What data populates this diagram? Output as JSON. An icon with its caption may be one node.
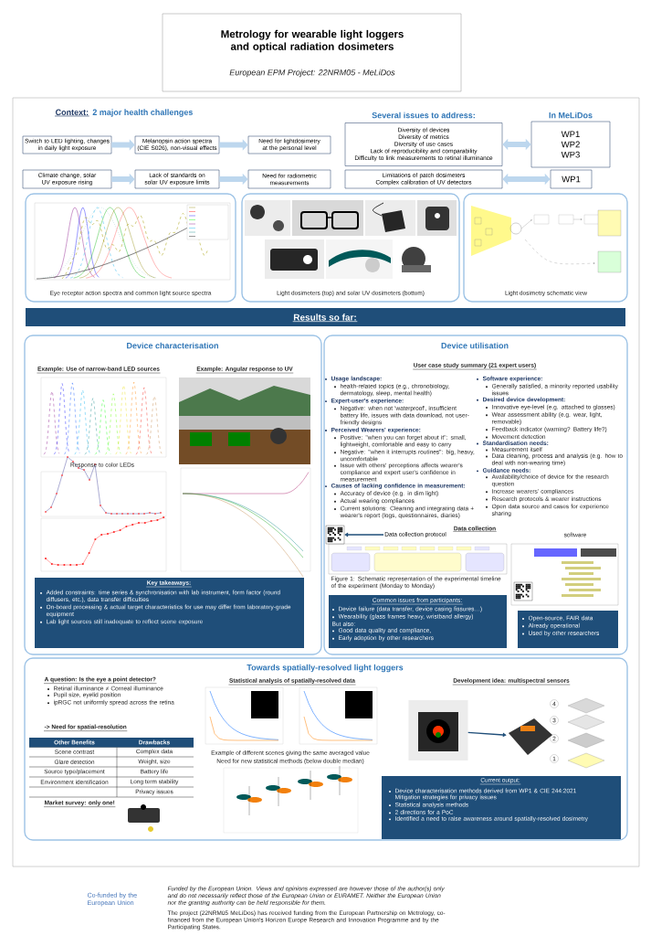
{
  "diagram": {
    "title": "Metrology for wearable light loggers and optical radiation dosimeters",
    "nodes": [
      {
        "text": [
          "Switch to LED lighting, changes in daily light exposure"
        ]
      },
      {
        "text": [
          "Melanopsin action spectra (CIE S026), non-visual effects"
        ]
      },
      {
        "text": [
          "Need for lightdosimetry at the personal level"
        ]
      },
      {
        "text": [
          "Climate change, solar UV exposure rising"
        ]
      },
      {
        "text": [
          "Lack of standards on solar UV exposure limits"
        ]
      },
      {
        "text": [
          "Need for radiometric measurements"
        ]
      },
      {
        "text": [
          "Diversity of devices",
          "Diversity of metrics",
          "Diversity of use cases",
          "Lack of reproducibility and comparability",
          "Difficulty to link measurements to retinal illuminance"
        ]
      },
      {
        "text": [
          "WP1",
          "WP2",
          "WP3"
        ]
      },
      {
        "text": [
          "Limitations of patch dosimeters",
          "Complex calibration of UV detectors"
        ]
      },
      {
        "text": [
          "WP1"
        ]
      },
      {
        "text": [],
        "shape": "picture"
      },
      {
        "text": [
          "Data collection protocol"
        ]
      },
      {
        "text": [],
        "shape": "picture"
      },
      {
        "text": [],
        "shape": "picture"
      },
      {
        "text": [],
        "shape": "picture"
      }
    ],
    "edges": [
      {
        "from": 0,
        "to": 1,
        "arrow": "to"
      },
      {
        "from": 1,
        "to": 2,
        "arrow": "to"
      },
      {
        "from": 3,
        "to": 4,
        "arrow": "to"
      },
      {
        "from": 4,
        "to": 5,
        "arrow": "to"
      },
      {
        "from": 6,
        "to": 7,
        "arrow": "both"
      },
      {
        "from": 8,
        "to": 9,
        "arrow": "both"
      },
      {
        "from": 11,
        "to": 10,
        "arrow": "to",
        "color": "#1f4e79"
      },
      {
        "from": 12,
        "to": 13,
        "arrow": "to",
        "color": "#1f4e79"
      }
    ],
    "labels": [
      "European EPM Project: 22NRM05 - MeLiDos",
      "Context:",
      "2 major health challenges",
      "Several issues to address:",
      "In MeLiDos",
      "Eye receptor action spectra and common light source spectra",
      "Light dosimeters (top) and solar UV dosimeters (bottom)",
      "Light dosimetry schematic view",
      "Results so far:",
      "Device characterisation",
      "Example: Use of narrow-band LED sources",
      "Example: Angular response to UV",
      "Response to color LEDs",
      "Key takeaways:",
      "Added constraints: time series & synchronisation with lab instrument, form factor (round diffusers, etc.), data transfer difficulties",
      "On-board processing & actual target characteristics for use may differ from laboratory-grade equipment",
      "Lab light sources still inadequate to reflect scene exposure",
      "Device utilisation",
      "User case study summary (21 expert users)",
      "Usage landscape:",
      "health-related topics (e.g., chronobiology, dermatology, sleep, mental health)",
      "Expert-user's experience:",
      "Negative: when not 'waterproof', insufficient battery life, issues with data download, not user-friendly designs",
      "Perceived Wearers' experience:",
      "Positive: \"when you can forget about it\": small, lightweight, comfortable and easy to carry",
      "Negative: \"when it interrupts routines\": big, heavy, uncomfortable",
      "Issue with others' perceptions affects wearer's compliance and expert user's confidence in measurement",
      "Causes of lacking confidence in measurement:",
      "Accuracy of device (e.g. in dim light)",
      "Actual wearing compliances",
      "Current solutions: Cleaning and integrating data + wearer's report (logs, questionnaires, diaries)",
      "Software experience:",
      "Generally satisfied, a minority reported usability issues",
      "Desired device development:",
      "Innovative eye-level (e.g. attached to glasses)",
      "Wear assessment ability (e.g. wear, light, removable)",
      "Feedback indicator (warning? Battery life?)",
      "Movement detection",
      "Standardisation needs:",
      "Measurement itself",
      "Data cleaning, process and analysis (e.g. how to deal with non-wearing time)",
      "Guidance needs:",
      "Availability/choice of device for the research question",
      "Increase wearers' compliances",
      "Research protocols & wearer instructions",
      "Open data source and cases for experience sharing",
      "Data collection",
      "software",
      "Figure 1: Schematic representation of the experimental timeline of the experiment (Monday to Monday)",
      "Common issues from participants:",
      "Device failure (data transfer, device casing fissures…)",
      "Wearability (glass frames heavy, wristband allergy)",
      "But also:",
      "Good data quality and compliance,",
      "Early adoption by other researchers",
      "Open-source, FAIR data",
      "Already operational",
      "Used by other researchers",
      "Towards spatially-resolved light loggers",
      "A question: Is the eye a point detector?",
      "Retinal illuminance ≠ Corneal illuminance",
      "Pupil size, eyelid position",
      "ipRGC not uniformly spread across the retina",
      "-> Need for spatial-resolution",
      "Other Benefits",
      "Drawbacks",
      "Scene contrast",
      "Complex data",
      "Glare detection",
      "Weight, size",
      "Source type/placement",
      "Battery life",
      "Environment identification",
      "Long term stability",
      "Privacy issues",
      "Market survey: only one!",
      "Statistical analysis of spatially-resolved data",
      "Example of different scenes giving the same averaged value",
      "Need for new statistical methods (below double median)",
      "Development idea: multispectral sensors",
      "4",
      "3",
      "2",
      "1",
      "Current output:",
      "Device characterisation methods derived from WP1 & CIE 244:2021",
      "Mitigation strategies for privacy issues",
      "Statistical analysis methods",
      "2 directions for a PoC",
      "Identified a need to raise awareness around spatially-resolved dosimetry",
      "Co-funded by the European Union",
      "Funded by the European Union. Views and opinions expressed are however those of the author(s) only and do not necessarily reflect those of the European Union or EURAMET. Neither the European Union nor the granting authority can be held responsible for them.",
      "The project (22NRM05 MeLiDos) has received funding from the European Partnership on Metrology, co-financed from the European Union's Horizon Europe Research and Innovation Programme and by the Participating States."
    ]
  }
}
